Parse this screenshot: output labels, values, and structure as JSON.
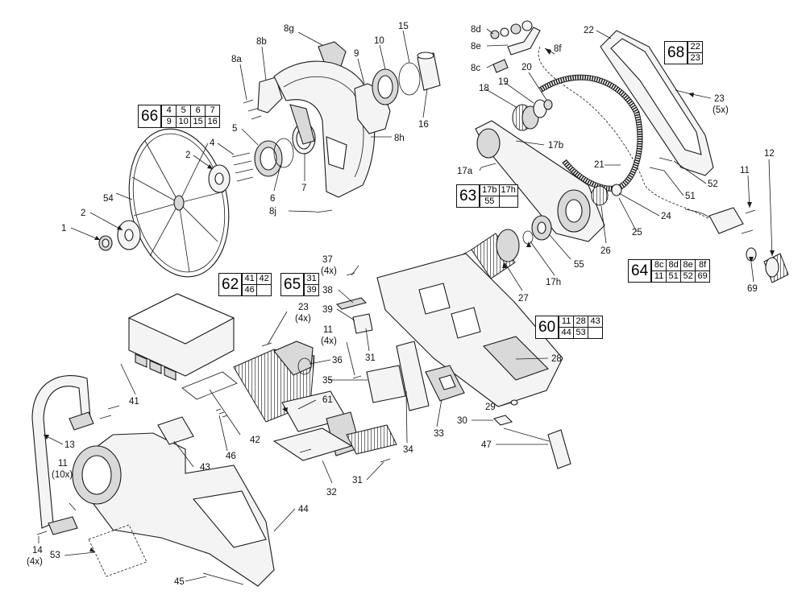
{
  "labels": {
    "p1": "1",
    "p2a": "2",
    "p2b": "2",
    "p4": "4",
    "p5": "5",
    "p6": "6",
    "p7": "7",
    "p8a": "8a",
    "p8b": "8b",
    "p8g": "8g",
    "p8h": "8h",
    "p8j": "8j",
    "p9": "9",
    "p10": "10",
    "p15": "15",
    "p16": "16",
    "p8d": "8d",
    "p8e": "8e",
    "p8c": "8c",
    "p8f": "8f",
    "p18": "18",
    "p19": "19",
    "p20": "20",
    "p22": "22",
    "p17b": "17b",
    "p17a": "17a",
    "p21": "21",
    "p23": "23",
    "p23q": "(5x)",
    "p12": "12",
    "p11a": "11",
    "p52": "52",
    "p51": "51",
    "p24": "24",
    "p25": "25",
    "p26": "26",
    "p55": "55",
    "p17h": "17h",
    "p27": "27",
    "p69": "69",
    "p54": "54",
    "p37": "37",
    "p37q": "(4x)",
    "p38": "38",
    "p39": "39",
    "p31a": "31",
    "p23b": "23",
    "p23bq": "(4x)",
    "p11b": "11",
    "p11bq": "(4x)",
    "p36": "36",
    "p35": "35",
    "p28": "28",
    "p29": "29",
    "p30": "30",
    "p47": "47",
    "p41": "41",
    "p42": "42",
    "p46": "46",
    "p61": "61",
    "p34": "34",
    "p33": "33",
    "p13": "13",
    "p11c": "11",
    "p11cq": "(10x)",
    "p43": "43",
    "p32": "32",
    "p31b": "31",
    "p44": "44",
    "p14": "14",
    "p14q": "(4x)",
    "p53": "53",
    "p45": "45"
  },
  "kits": {
    "k66": {
      "main": "66",
      "items": [
        "4",
        "5",
        "6",
        "7",
        "9",
        "10",
        "15",
        "16"
      ]
    },
    "k63": {
      "main": "63",
      "items": [
        "17b",
        "17h",
        "55",
        ""
      ]
    },
    "k68": {
      "main": "68",
      "items": [
        "22",
        "23"
      ]
    },
    "k64": {
      "main": "64",
      "items": [
        "8c",
        "8d",
        "8e",
        "8f",
        "11",
        "51",
        "52",
        "69"
      ]
    },
    "k62": {
      "main": "62",
      "items": [
        "41",
        "42",
        "46",
        ""
      ]
    },
    "k65": {
      "main": "65",
      "items": [
        "31",
        "39"
      ]
    },
    "k60": {
      "main": "60",
      "items": [
        "11",
        "28",
        "43",
        "44",
        "53",
        ""
      ]
    }
  }
}
